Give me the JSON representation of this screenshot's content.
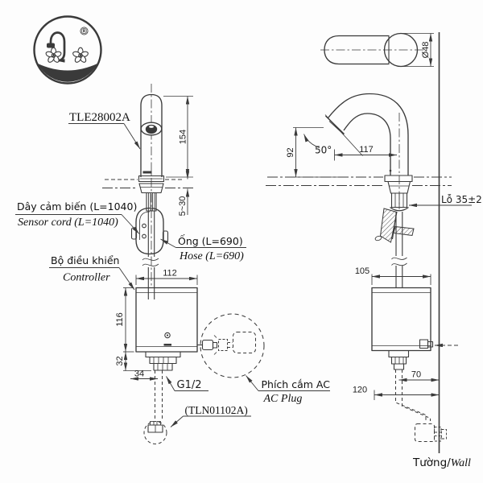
{
  "page": {
    "background": "#fdfdfd",
    "ink": "#3a3a3a"
  },
  "logo": {
    "registered_mark": "®"
  },
  "front_view": {
    "model": "TLE28002A",
    "dims": {
      "spout_height": "154",
      "deck_thickness": "5~30",
      "controller_width": "112",
      "controller_height": "116",
      "shank_height": "32",
      "shank_width": "34"
    },
    "labels": {
      "sensor_cord_vi": "Dây cảm biến (L=1040)",
      "sensor_cord_en": "Sensor cord (L=1040)",
      "hose_vi": "Ống (L=690)",
      "hose_en": "Hose (L=690)",
      "controller_vi": "Bộ điều khiển",
      "controller_en": "Controller",
      "thread": "G1/2",
      "stop_valve": "(TLN01102A)",
      "ac_plug_vi": "Phích cắm AC",
      "ac_plug_en": "AC Plug"
    }
  },
  "side_view": {
    "dims": {
      "spout_diameter": "Ø48",
      "outlet_drop": "92",
      "outlet_angle": "50°",
      "outlet_reach": "117",
      "controller_depth": "105",
      "outlet_to_wall": "70",
      "cord_to_wall": "120"
    },
    "labels": {
      "hole": "Lỗ 35±2",
      "wall_vi": "Tường",
      "separator": "/",
      "wall_en": "Wall"
    }
  }
}
